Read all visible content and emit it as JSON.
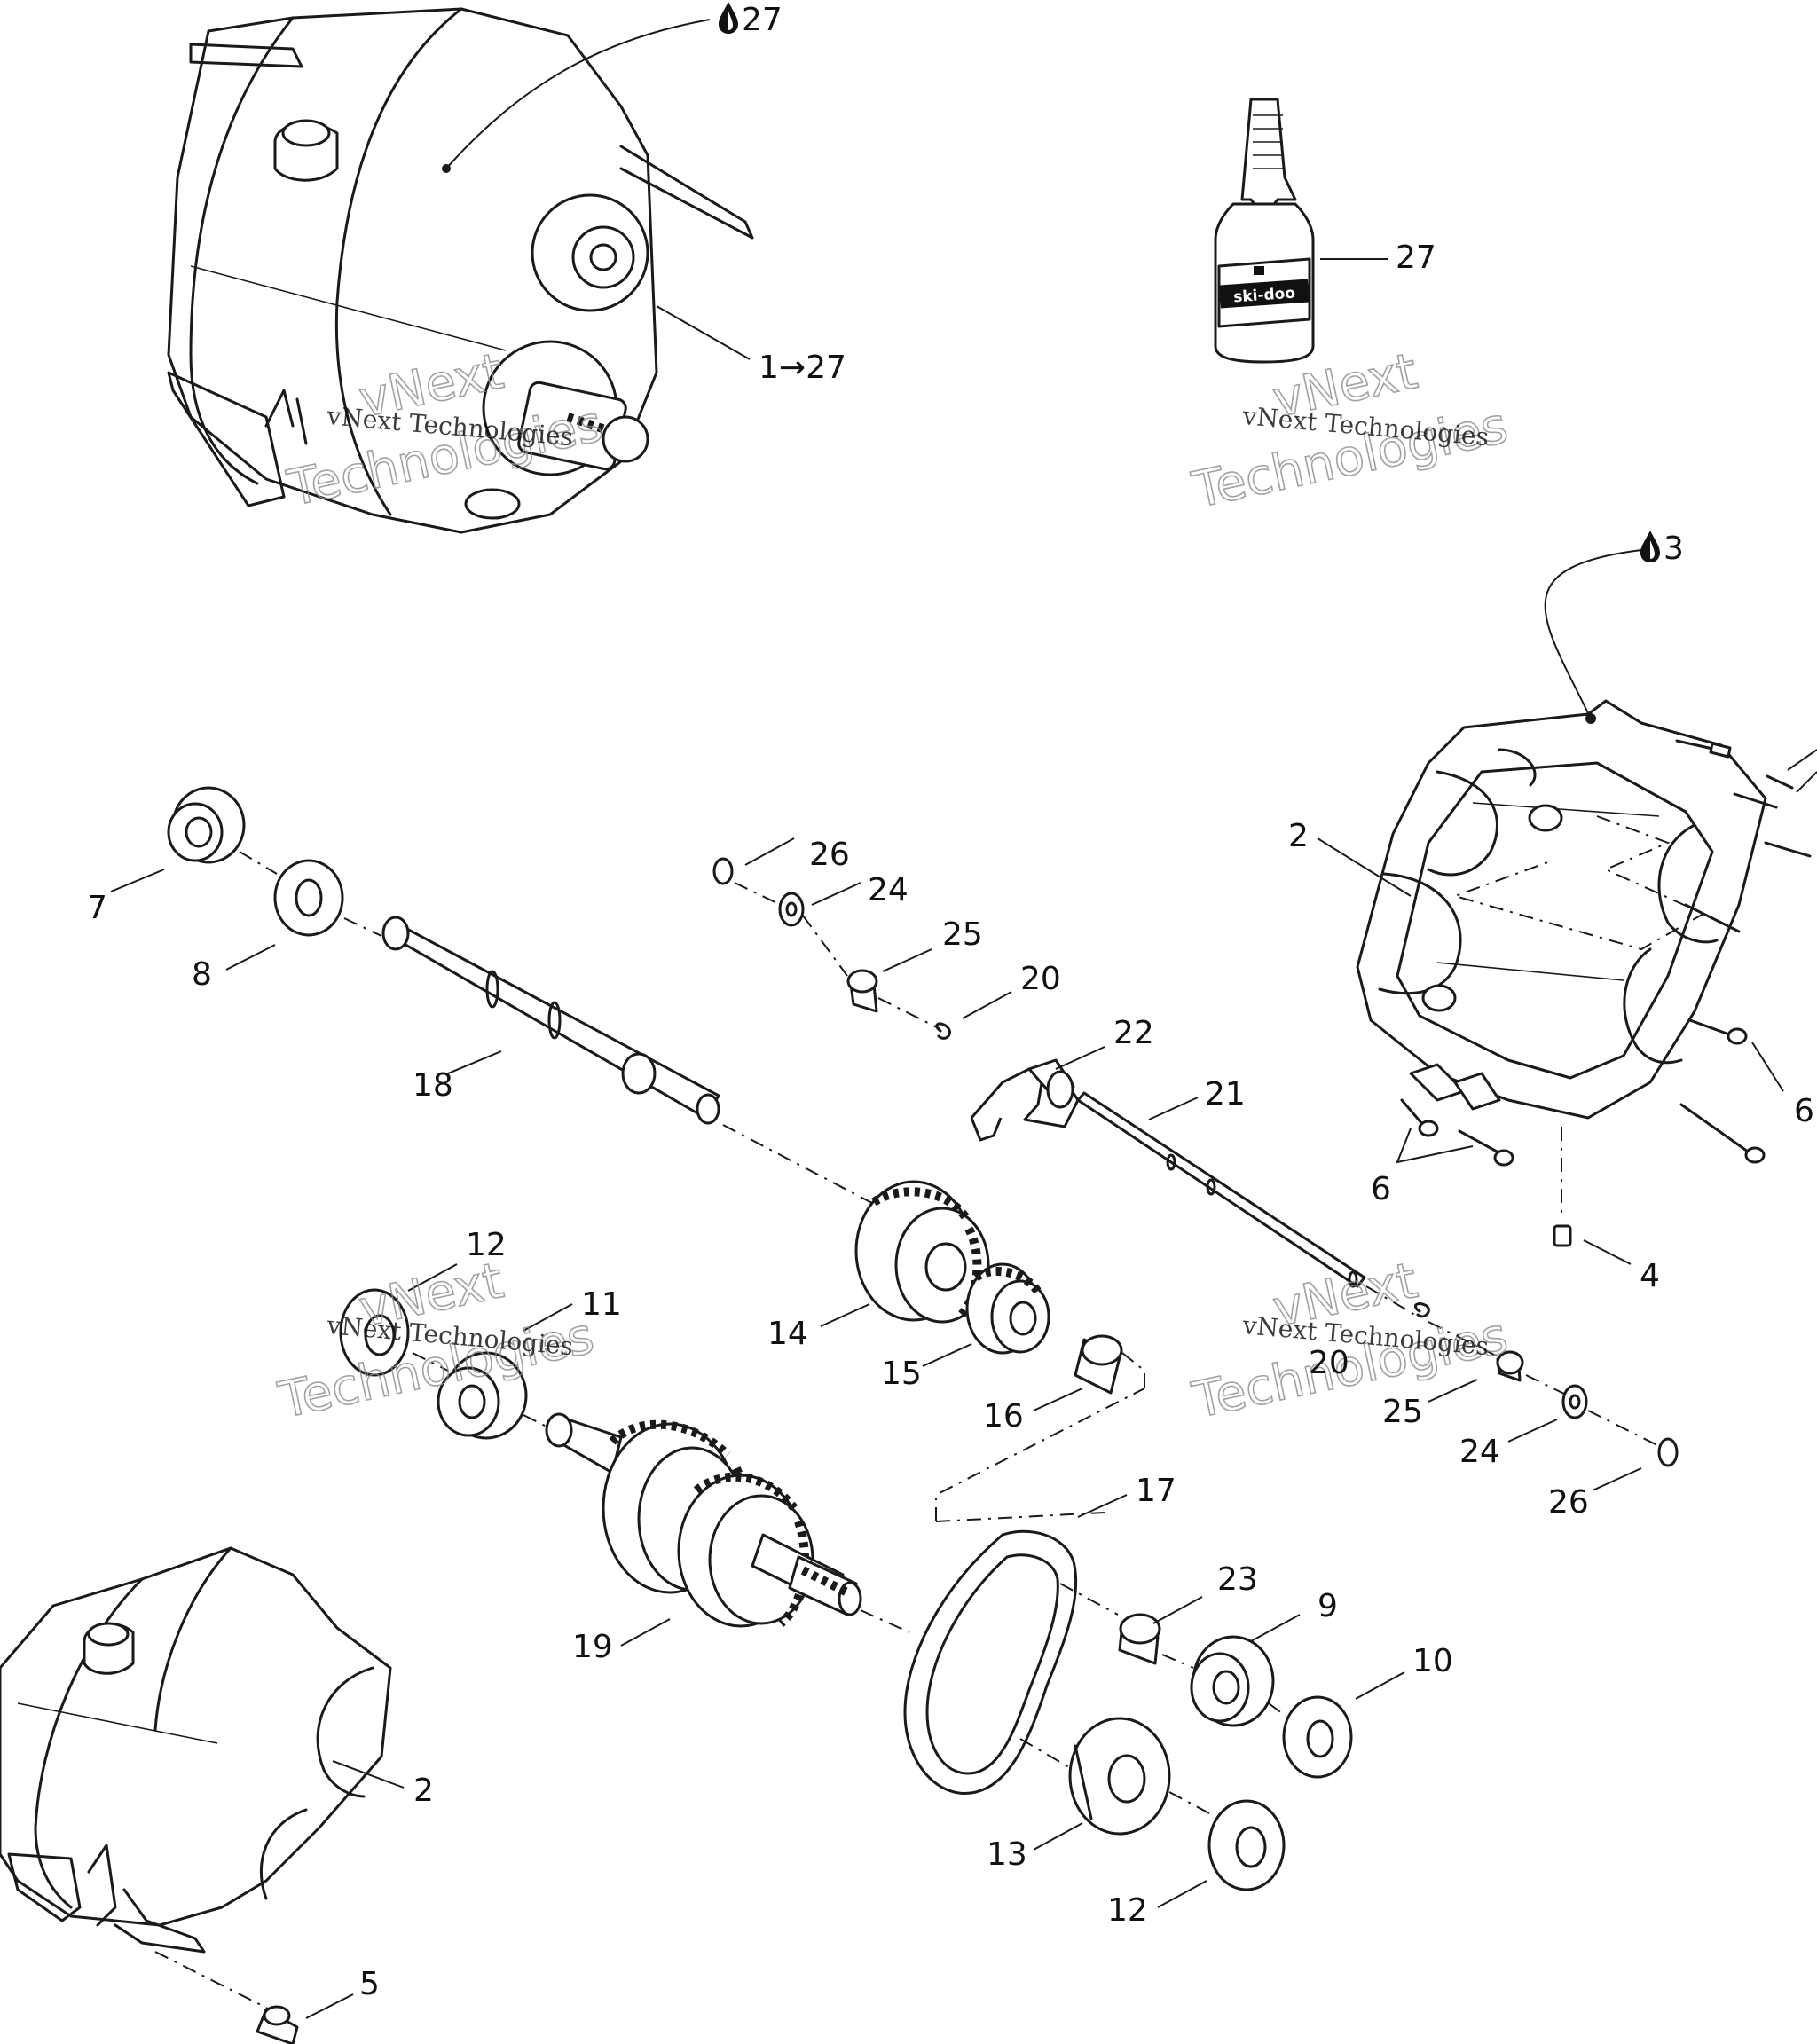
{
  "diagram": {
    "watermark_line1": "vNext Technologies",
    "watermark_big": "vNext",
    "watermark_big2": "Technologies",
    "bottle_label": "ski-doo"
  },
  "callouts": [
    {
      "id": "c-27-top",
      "text": "27"
    },
    {
      "id": "c-27-bottle",
      "text": "27"
    },
    {
      "id": "c-1-27",
      "text": "1→27"
    },
    {
      "id": "c-3",
      "text": "3"
    },
    {
      "id": "c-2-right",
      "text": "2"
    },
    {
      "id": "c-6-right",
      "text": "6"
    },
    {
      "id": "c-6-bottom",
      "text": "6"
    },
    {
      "id": "c-4",
      "text": "4"
    },
    {
      "id": "c-7",
      "text": "7"
    },
    {
      "id": "c-8",
      "text": "8"
    },
    {
      "id": "c-18",
      "text": "18"
    },
    {
      "id": "c-26-top",
      "text": "26"
    },
    {
      "id": "c-24-top",
      "text": "24"
    },
    {
      "id": "c-25-top",
      "text": "25"
    },
    {
      "id": "c-20-top",
      "text": "20"
    },
    {
      "id": "c-22",
      "text": "22"
    },
    {
      "id": "c-21",
      "text": "21"
    },
    {
      "id": "c-12-top",
      "text": "12"
    },
    {
      "id": "c-11",
      "text": "11"
    },
    {
      "id": "c-14",
      "text": "14"
    },
    {
      "id": "c-15",
      "text": "15"
    },
    {
      "id": "c-16",
      "text": "16"
    },
    {
      "id": "c-20-bottom",
      "text": "20"
    },
    {
      "id": "c-25-bottom",
      "text": "25"
    },
    {
      "id": "c-24-bottom",
      "text": "24"
    },
    {
      "id": "c-26-bottom",
      "text": "26"
    },
    {
      "id": "c-17",
      "text": "17"
    },
    {
      "id": "c-23",
      "text": "23"
    },
    {
      "id": "c-9",
      "text": "9"
    },
    {
      "id": "c-10",
      "text": "10"
    },
    {
      "id": "c-19",
      "text": "19"
    },
    {
      "id": "c-2-left",
      "text": "2"
    },
    {
      "id": "c-13",
      "text": "13"
    },
    {
      "id": "c-12-bottom",
      "text": "12"
    },
    {
      "id": "c-5",
      "text": "5"
    }
  ]
}
